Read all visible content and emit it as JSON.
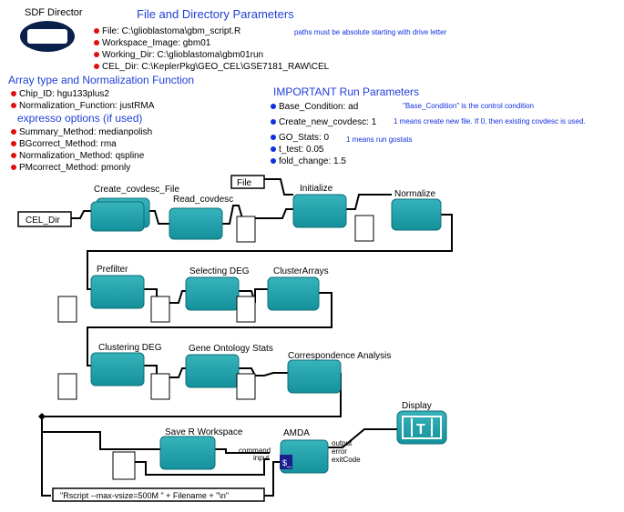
{
  "director": {
    "label": "SDF Director"
  },
  "sections": {
    "file_params": "File and Directory Parameters",
    "array_type": "Array type and Normalization Function",
    "expresso": "expresso options (if used)",
    "important": "IMPORTANT Run Parameters"
  },
  "params": {
    "file": "File: C:\\glioblastoma\\gbm_script.R",
    "workspace_image": "Workspace_Image: gbm01",
    "working_dir": "Working_Dir: C:\\glioblastoma\\gbm01run",
    "cel_dir": "CEL_Dir: C:\\KeplerPkg\\GEO_CEL\\GSE7181_RAW\\CEL",
    "chip_id": "Chip_ID: hgu133plus2",
    "norm_function": "Normalization_Function: justRMA",
    "summary_method": "Summary_Method: medianpolish",
    "bgcorrect_method": "BGcorrect_Method: rma",
    "normalization_method": "Normalization_Method: qspline",
    "pmcorrect_method": "PMcorrect_Method: pmonly",
    "base_condition": "Base_Condition: ad",
    "create_new_covdesc": "Create_new_covdesc: 1",
    "go_stats": "GO_Stats: 0",
    "t_test": "t_test: 0.05",
    "fold_change": "fold_change: 1.5"
  },
  "notes": {
    "paths": "paths must be absolute starting with drive letter",
    "base_condition": "\"Base_Condition\" is the control condition",
    "covdesc": "1 means create new file. If 0, then existing covdesc is used.",
    "gostats": "1 means run gostats"
  },
  "actors": {
    "create_covdesc": "Create_covdesc_File",
    "read_covdesc": "Read_covdesc",
    "initialize": "Initialize",
    "normalize": "Normalize",
    "prefilter": "Prefilter",
    "selecting_deg": "Selecting DEG",
    "cluster_arrays": "ClusterArrays",
    "clustering_deg": "Clustering DEG",
    "gene_ontology": "Gene Ontology Stats",
    "correspondence": "Correspondence Analysis",
    "save_workspace": "Save R Workspace",
    "amda": "AMDA",
    "display": "Display"
  },
  "boxes": {
    "cel_dir": "CEL_Dir",
    "file": "File",
    "rscript": "\"Rscript --max-vsize=500M \" + Filename + \"\\n\""
  },
  "ports": {
    "command": "command",
    "input": "input",
    "output": "output",
    "error": "error",
    "exit_code": "exitCode"
  },
  "display_glyph": "T",
  "colors": {
    "title_blue": "#1f3fd6",
    "actor_teal": "#1f9ea8",
    "bullet_red": "#e01010",
    "bullet_blue": "#1030e0"
  }
}
